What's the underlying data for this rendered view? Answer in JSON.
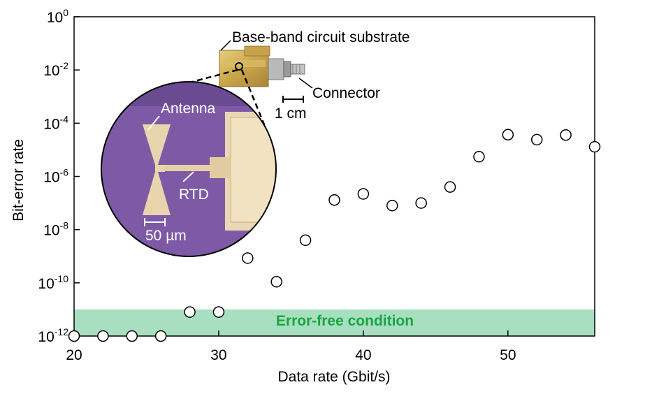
{
  "chart_data": {
    "type": "scatter",
    "xlabel": "Data rate (Gbit/s)",
    "ylabel": "Bit-error rate",
    "xlim": [
      20,
      56
    ],
    "ylim_log10": [
      -12,
      0
    ],
    "x_ticks": [
      "20",
      "30",
      "40",
      "50"
    ],
    "x_tick_values": [
      20,
      30,
      40,
      50
    ],
    "y_ticks": [
      {
        "base": "10",
        "exp": "0"
      },
      {
        "base": "10",
        "exp": "-2"
      },
      {
        "base": "10",
        "exp": "-4"
      },
      {
        "base": "10",
        "exp": "-6"
      },
      {
        "base": "10",
        "exp": "-8"
      },
      {
        "base": "10",
        "exp": "-10"
      },
      {
        "base": "10",
        "exp": "-12"
      }
    ],
    "y_tick_values_log10": [
      0,
      -2,
      -4,
      -6,
      -8,
      -10,
      -12
    ],
    "series": [
      {
        "x": [
          20,
          22,
          24,
          26,
          28,
          30,
          32,
          34,
          36,
          38,
          40,
          42,
          44,
          46,
          48,
          50,
          52,
          54,
          56
        ],
        "y": [
          1e-12,
          1e-12,
          1e-12,
          1e-12,
          8e-12,
          8e-12,
          8.5e-10,
          1.1e-10,
          4e-09,
          1.3e-07,
          2.2e-07,
          8e-08,
          1e-07,
          4e-07,
          5.5e-06,
          3.7e-05,
          2.4e-05,
          3.6e-05,
          1.3e-05
        ],
        "marker": "open-circle"
      }
    ],
    "band": {
      "label": "Error-free condition",
      "y_from": 1e-12,
      "y_to": 1e-11,
      "color": "#a8dfc0",
      "label_color": "#1aa542"
    },
    "annotations": {
      "substrate": "Base-band circuit substrate",
      "connector": "Connector",
      "scale_cm": "1 cm",
      "antenna": "Antenna",
      "rtd": "RTD",
      "scale_um": "50 µm"
    },
    "grid": false
  }
}
